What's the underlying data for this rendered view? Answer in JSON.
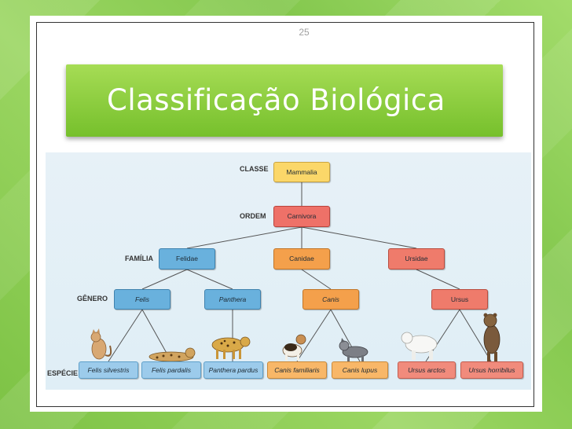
{
  "slide": {
    "page_number": "25",
    "title": "Classificação Biológica"
  },
  "diagram": {
    "ranks": {
      "classe": "CLASSE",
      "ordem": "ORDEM",
      "familia": "FAMÍLIA",
      "genero": "GÊNERO",
      "especie": "ESPÉCIE"
    },
    "classe": "Mammalia",
    "ordem": "Carnivora",
    "familias": [
      "Felidae",
      "Canidae",
      "Ursidae"
    ],
    "generos": [
      "Felis",
      "Panthera",
      "Canis",
      "Ursus"
    ],
    "especies": [
      "Felis silvestris",
      "Felis pardalis",
      "Panthera pardus",
      "Canis familiaris",
      "Canis lupus",
      "Ursus arctos",
      "Ursus horribilus"
    ],
    "colors": {
      "classe": "#fbd769",
      "ordem": "#ee7168",
      "felidae": "#69b1dd",
      "canidae": "#f4a04b",
      "ursidae": "#ef7b6b"
    }
  }
}
